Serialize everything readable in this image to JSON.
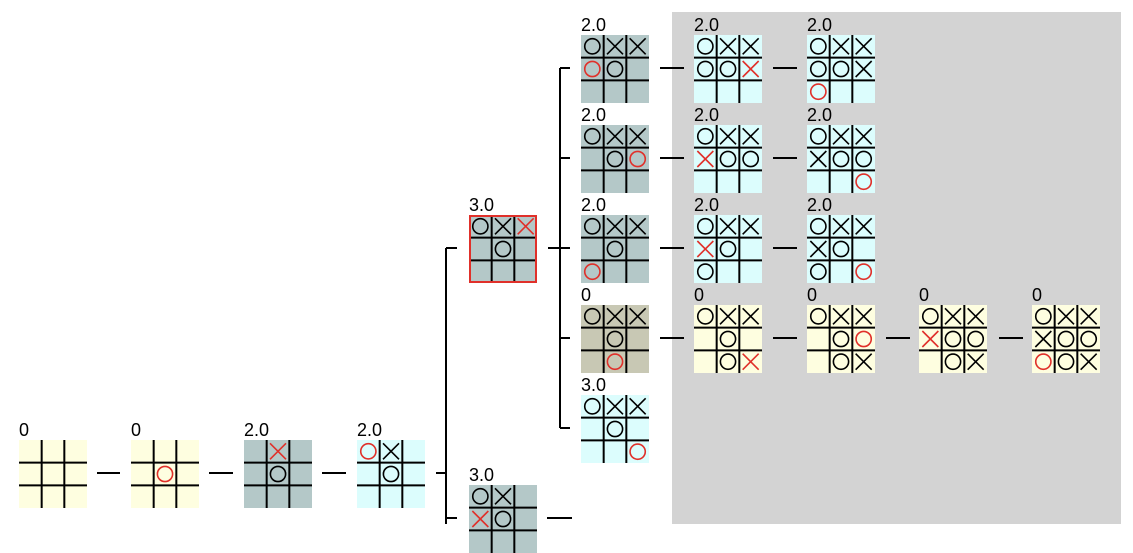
{
  "colors": {
    "pale_yellow": "#fefee0",
    "pale_cyan": "#dcfdfd",
    "slate": "#b4c8c8",
    "olive": "#c8c8b4",
    "grey_region": "#d3d3d3",
    "mark_black": "#000000",
    "mark_red": "#e0302a",
    "highlight_border": "#e0302a"
  },
  "nodes": [
    {
      "id": "n1",
      "score": "0",
      "fill": "pale_yellow",
      "cells": [
        "",
        "",
        "",
        "",
        "",
        "",
        "",
        "",
        ""
      ],
      "last": -1
    },
    {
      "id": "n2",
      "score": "0",
      "fill": "pale_yellow",
      "cells": [
        "",
        "",
        "",
        "",
        "O",
        "",
        "",
        "",
        ""
      ],
      "last": 4
    },
    {
      "id": "n3",
      "score": "2.0",
      "fill": "slate",
      "cells": [
        "",
        "X",
        "",
        "",
        "O",
        "",
        "",
        "",
        ""
      ],
      "last": 1
    },
    {
      "id": "n4",
      "score": "2.0",
      "fill": "pale_cyan",
      "cells": [
        "O",
        "X",
        "",
        "",
        "O",
        "",
        "",
        "",
        ""
      ],
      "last": 0
    },
    {
      "id": "n5",
      "score": "3.0",
      "fill": "slate",
      "highlight": true,
      "cells": [
        "O",
        "X",
        "X",
        "",
        "O",
        "",
        "",
        "",
        ""
      ],
      "last": 2
    },
    {
      "id": "n6",
      "score": "3.0",
      "fill": "slate",
      "cells": [
        "O",
        "X",
        "",
        "X",
        "O",
        "",
        "",
        "",
        ""
      ],
      "last": 3
    },
    {
      "id": "c1",
      "score": "2.0",
      "fill": "slate",
      "cells": [
        "O",
        "X",
        "X",
        "O",
        "O",
        "",
        "",
        "",
        ""
      ],
      "last": 3
    },
    {
      "id": "c1a",
      "score": "2.0",
      "fill": "pale_cyan",
      "cells": [
        "O",
        "X",
        "X",
        "O",
        "O",
        "X",
        "",
        "",
        ""
      ],
      "last": 5
    },
    {
      "id": "c1b",
      "score": "2.0",
      "fill": "pale_cyan",
      "cells": [
        "O",
        "X",
        "X",
        "O",
        "O",
        "X",
        "O",
        "",
        ""
      ],
      "last": 6
    },
    {
      "id": "c2",
      "score": "2.0",
      "fill": "slate",
      "cells": [
        "O",
        "X",
        "X",
        "",
        "O",
        "O",
        "",
        "",
        ""
      ],
      "last": 5
    },
    {
      "id": "c2a",
      "score": "2.0",
      "fill": "pale_cyan",
      "cells": [
        "O",
        "X",
        "X",
        "X",
        "O",
        "O",
        "",
        "",
        ""
      ],
      "last": 3
    },
    {
      "id": "c2b",
      "score": "2.0",
      "fill": "pale_cyan",
      "cells": [
        "O",
        "X",
        "X",
        "X",
        "O",
        "O",
        "",
        "",
        "O"
      ],
      "last": 8
    },
    {
      "id": "c3",
      "score": "2.0",
      "fill": "slate",
      "cells": [
        "O",
        "X",
        "X",
        "",
        "O",
        "",
        "O",
        "",
        ""
      ],
      "last": 6
    },
    {
      "id": "c3a",
      "score": "2.0",
      "fill": "pale_cyan",
      "cells": [
        "O",
        "X",
        "X",
        "X",
        "O",
        "",
        "O",
        "",
        ""
      ],
      "last": 3
    },
    {
      "id": "c3b",
      "score": "2.0",
      "fill": "pale_cyan",
      "cells": [
        "O",
        "X",
        "X",
        "X",
        "O",
        "",
        "O",
        "",
        "O"
      ],
      "last": 8
    },
    {
      "id": "c4",
      "score": "0",
      "fill": "olive",
      "cells": [
        "O",
        "X",
        "X",
        "",
        "O",
        "",
        "",
        "O",
        ""
      ],
      "last": 7
    },
    {
      "id": "c4a",
      "score": "0",
      "fill": "pale_yellow",
      "cells": [
        "O",
        "X",
        "X",
        "",
        "O",
        "",
        "",
        "O",
        "X"
      ],
      "last": 8
    },
    {
      "id": "c4b",
      "score": "0",
      "fill": "pale_yellow",
      "cells": [
        "O",
        "X",
        "X",
        "",
        "O",
        "O",
        "",
        "O",
        "X"
      ],
      "last": 5
    },
    {
      "id": "c4c",
      "score": "0",
      "fill": "pale_yellow",
      "cells": [
        "O",
        "X",
        "X",
        "X",
        "O",
        "O",
        "",
        "O",
        "X"
      ],
      "last": 3
    },
    {
      "id": "c4d",
      "score": "0",
      "fill": "pale_yellow",
      "cells": [
        "O",
        "X",
        "X",
        "X",
        "O",
        "O",
        "O",
        "O",
        "X"
      ],
      "last": 6
    },
    {
      "id": "c5",
      "score": "3.0",
      "fill": "pale_cyan",
      "cells": [
        "O",
        "X",
        "X",
        "",
        "O",
        "",
        "",
        "",
        "O"
      ],
      "last": 8
    }
  ]
}
